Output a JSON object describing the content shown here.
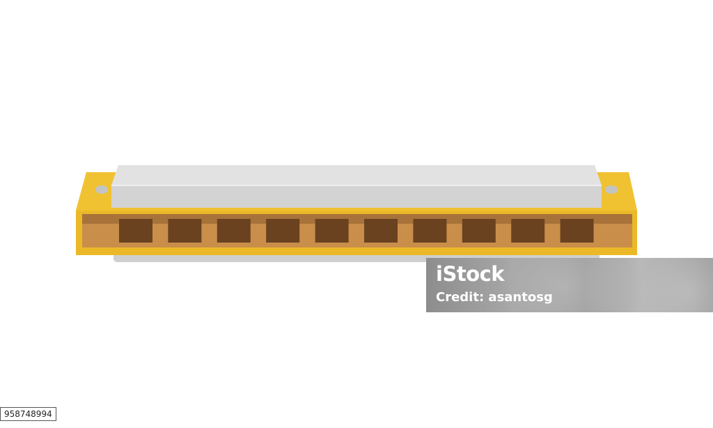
{
  "illustration": {
    "subject-icon": "harmonica-icon",
    "hole_count": 10,
    "colors": {
      "frame": "#ebb928",
      "frame_dark": "#d7a31a",
      "body": "#c98e4a",
      "body_shade": "#a8733a",
      "hole": "#6a4220",
      "cover_plate": "#d3d3d3",
      "cover_top": "#e4e4e4",
      "screw": "#c4c4c4",
      "shadow": "#c8c8c8"
    }
  },
  "watermark": {
    "logo_text": "iStock",
    "credit_text": "Credit: asantosg"
  },
  "image_id": "958748994"
}
